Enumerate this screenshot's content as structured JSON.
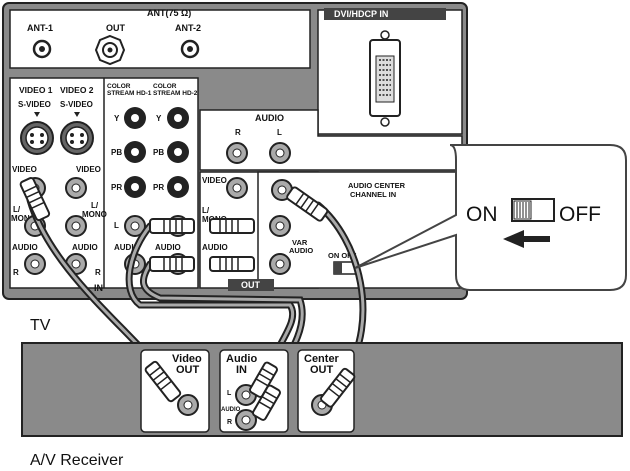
{
  "tv_panel": {
    "ant_header": "ANT(75 Ω)",
    "ant1": "ANT-1",
    "out": "OUT",
    "ant2": "ANT-2",
    "dvi_header": "DVI/HDCP IN",
    "video1": "VIDEO 1",
    "video2": "VIDEO 2",
    "svideo_a": "S-VIDEO",
    "svideo_b": "S-VIDEO",
    "video_a": "VIDEO",
    "video_b": "VIDEO",
    "lmono_a": "L/\nMONO",
    "lmono_b": "L/\nMONO",
    "audio_a": "AUDIO",
    "audio_b": "AUDIO",
    "r_a": "R",
    "r_b": "R",
    "in_label": "IN",
    "color_stream1": "COLOR\nSTREAM HD-1",
    "color_stream2": "COLOR\nSTREAM HD-2",
    "y": "Y",
    "pb": "PB",
    "pr": "PR",
    "l": "L",
    "audio_mid": "AUDIO",
    "audio_section": "AUDIO",
    "audio_r": "R",
    "audio_l": "L",
    "video_out": "VIDEO",
    "l_mono_out": "L/\nMONO",
    "audio_out": "AUDIO",
    "var_audio": "VAR\nAUDIO",
    "out_label": "OUT",
    "audio_center": "AUDIO CENTER\nCHANNEL IN",
    "on_off_small": "ON OFF"
  },
  "callout": {
    "on": "ON",
    "off": "OFF"
  },
  "tv_label": "TV",
  "receiver": {
    "video_out": "Video\nOUT",
    "audio_in": "Audio\nIN",
    "center_out": "Center\nOUT",
    "l": "L",
    "audio": "AUDIO",
    "r": "R",
    "label": "A/V Receiver"
  }
}
